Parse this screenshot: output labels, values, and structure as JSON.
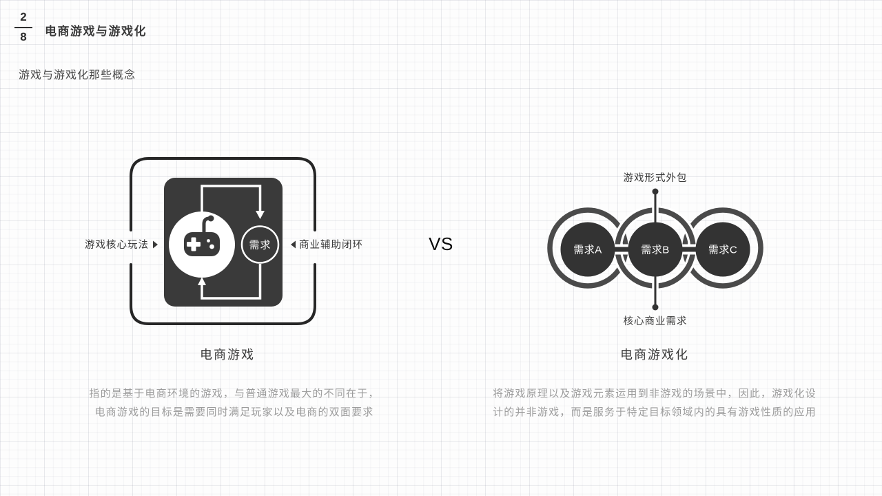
{
  "page": {
    "current": "2",
    "total": "8"
  },
  "header": {
    "title": "电商游戏与游戏化",
    "subtitle": "游戏与游戏化那些概念"
  },
  "center": {
    "vs": "VS"
  },
  "left_diagram": {
    "label_core": "游戏核心玩法",
    "label_loop": "商业辅助闭环",
    "demand_label": "需求",
    "caption": "电商游戏",
    "desc_line1": "指的是基于电商环境的游戏，与普通游戏最大的不同在于，",
    "desc_line2": "电商游戏的目标是需要同时满足玩家以及电商的双面要求"
  },
  "right_diagram": {
    "label_top": "游戏形式外包",
    "label_bottom": "核心商业需求",
    "nodes": [
      "需求A",
      "需求B",
      "需求C"
    ],
    "caption": "电商游戏化",
    "desc_line1": "将游戏原理以及游戏元素运用到非游戏的场景中，因此，游戏化设",
    "desc_line2": "计的并非游戏，而是服务于特定目标领域内的具有游戏性质的应用"
  },
  "colors": {
    "dark_panel": "#3a3a3a",
    "ring": "#4a4a4a",
    "node_fill": "#333333",
    "frame_border": "#262626",
    "text_primary": "#3a3a3a",
    "text_muted": "#9c9c9c"
  }
}
